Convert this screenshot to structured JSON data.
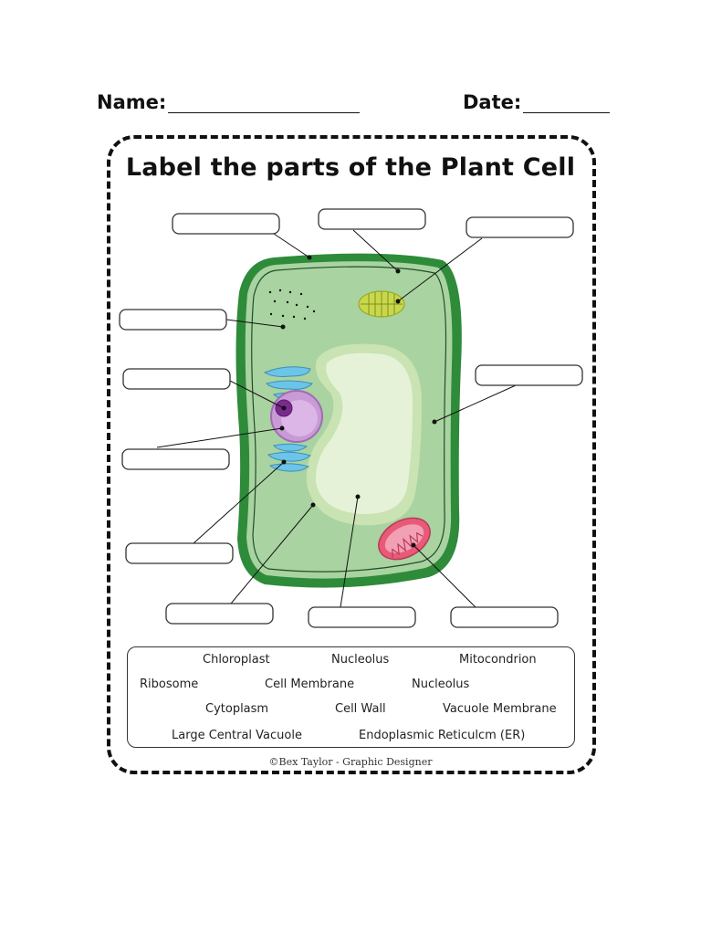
{
  "header": {
    "name_label": "Name:",
    "date_label": "Date:"
  },
  "worksheet": {
    "title": "Label the parts of the Plant Cell",
    "credit": "©Bex Taylor - Graphic Designer"
  },
  "word_bank": {
    "terms": [
      "Chloroplast",
      "Nucleolus",
      "Mitocondrion",
      "Ribosome",
      "Cell Membrane",
      "Nucleolus",
      "Cytoplasm",
      "Cell Wall",
      "Vacuole Membrane",
      "Large Central Vacuole",
      "Endoplasmic Reticulcm (ER)"
    ]
  },
  "colors": {
    "cell_wall": "#2e8b3a",
    "cytoplasm": "#a9d3a0",
    "vacuole": "#e6f2d8",
    "nucleus": "#c89ad6",
    "nucleolus": "#7a2a8c",
    "er": "#6cc4e8",
    "chloroplast": "#c8d84a",
    "mitochondrion": "#e85a78"
  }
}
